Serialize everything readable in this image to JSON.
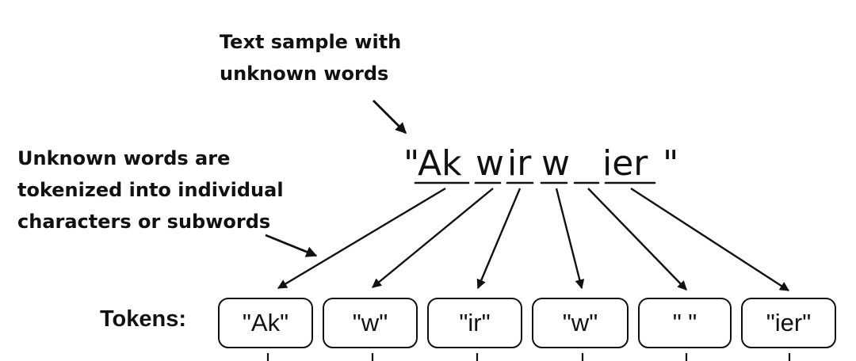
{
  "annotations": {
    "sample": [
      "Text sample with",
      "unknown words"
    ],
    "unknown": [
      "Unknown words are",
      "tokenized into individual",
      "characters or subwords"
    ]
  },
  "sample_text": {
    "open_quote": "\"",
    "segments": [
      "Ak",
      "w",
      "ir",
      "w",
      "_",
      "ier"
    ],
    "close_quote": "\""
  },
  "tokens_label": "Tokens:",
  "tokens": [
    "\"Ak\"",
    "\"w\"",
    "\"ir\"",
    "\"w\"",
    "\" \"",
    "\"ier\""
  ],
  "colors": {
    "ink": "#111111",
    "background": "#ffffff"
  }
}
